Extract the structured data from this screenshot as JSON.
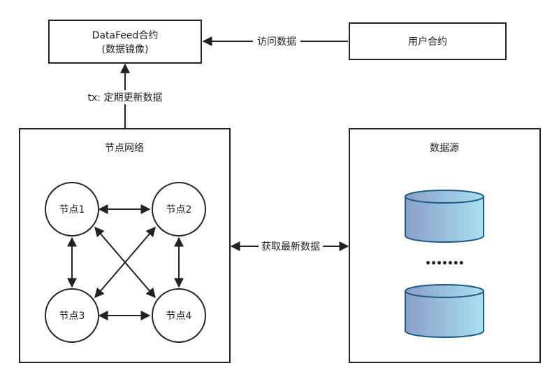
{
  "boxes": {
    "datafeed": {
      "line1": "DataFeed合约",
      "line2": "(数据镜像)"
    },
    "user_contract": {
      "label": "用户合约"
    },
    "node_network": {
      "title": "节点网络"
    },
    "data_source": {
      "title": "数据源",
      "ellipsis": "•••••••"
    }
  },
  "nodes": {
    "node1": "节点1",
    "node2": "节点2",
    "node3": "节点3",
    "node4": "节点4"
  },
  "edges": {
    "access_data": "访问数据",
    "tx_update": "tx: 定期更新数据",
    "fetch_latest": "获取最新数据"
  },
  "colors": {
    "stroke": "#222222",
    "database_gradient_start": "#8a9fc9",
    "database_gradient_end": "#a9dff0",
    "database_stroke": "#1f5a85"
  }
}
